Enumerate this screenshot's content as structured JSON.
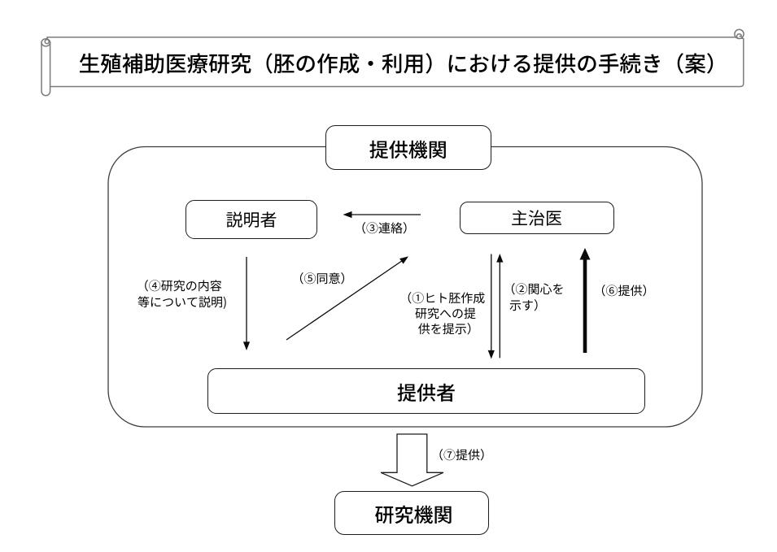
{
  "title": "生殖補助医療研究（胚の作成・利用）における提供の手続き（案）",
  "nodes": {
    "provider_institution": "提供機関",
    "explainer": "説明者",
    "attending_doctor": "主治医",
    "donor": "提供者",
    "research_institution": "研究機関"
  },
  "arrow_labels": {
    "step1": {
      "lines": [
        "（①ヒト胚作成",
        "研究への提",
        "供を提示）"
      ]
    },
    "step2": {
      "lines": [
        "（②関心を",
        "示す）"
      ]
    },
    "step3": "（③連絡）",
    "step4": {
      "lines": [
        "（④研究の内容",
        "等について説明)"
      ]
    },
    "step5": "（⑤同意）",
    "step6": "（⑥提供）",
    "step7": "（⑦提供）"
  },
  "colors": {
    "line": "#000000",
    "shape_border": "#1c1c1c",
    "container_border": "#3d3d3d",
    "scroll_outline": "#7a7a7a"
  }
}
